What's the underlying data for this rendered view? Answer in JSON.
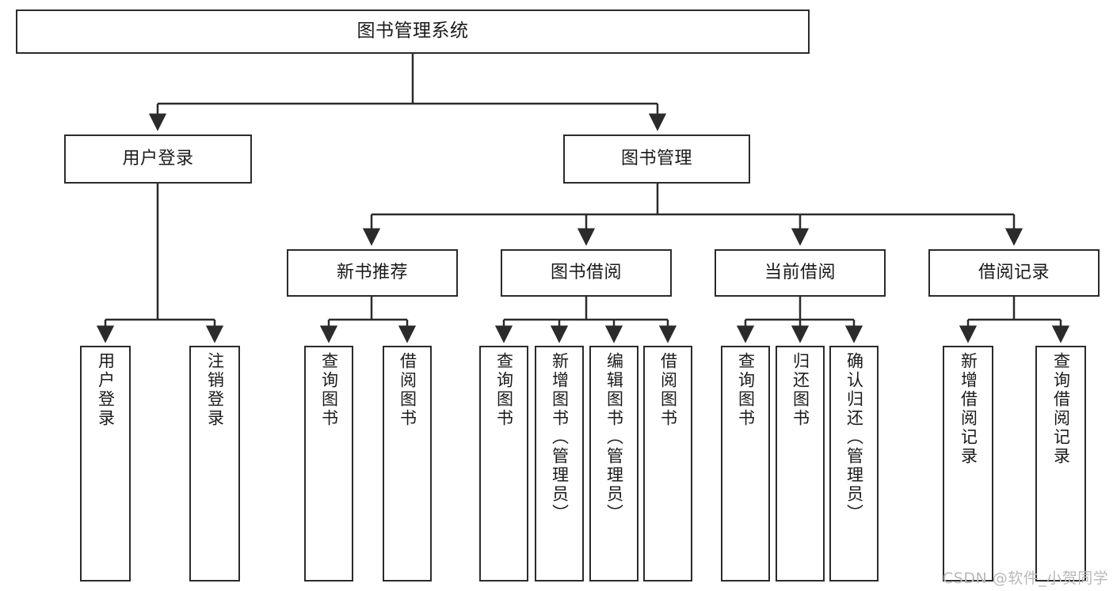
{
  "diagram": {
    "title_node": {
      "label": "图书管理系统"
    },
    "level1": [
      {
        "id": "user-login",
        "label": "用户登录"
      },
      {
        "id": "book-manage",
        "label": "图书管理"
      }
    ],
    "level2": [
      {
        "id": "new-book-recommend",
        "label": "新书推荐"
      },
      {
        "id": "book-borrow",
        "label": "图书借阅"
      },
      {
        "id": "current-borrow",
        "label": "当前借阅"
      },
      {
        "id": "borrow-record",
        "label": "借阅记录"
      }
    ],
    "leaves": {
      "user-login": [
        {
          "id": "leaf-user-login",
          "label": "用户登录"
        },
        {
          "id": "leaf-logout",
          "label": "注销登录"
        }
      ],
      "new-book-recommend": [
        {
          "id": "leaf-query-book-1",
          "label": "查询图书"
        },
        {
          "id": "leaf-borrow-book-1",
          "label": "借阅图书"
        }
      ],
      "book-borrow": [
        {
          "id": "leaf-query-book-2",
          "label": "查询图书"
        },
        {
          "id": "leaf-add-book",
          "label": "新增图书（管理员）"
        },
        {
          "id": "leaf-edit-book",
          "label": "编辑图书（管理员）"
        },
        {
          "id": "leaf-borrow-book-2",
          "label": "借阅图书"
        }
      ],
      "current-borrow": [
        {
          "id": "leaf-query-book-3",
          "label": "查询图书"
        },
        {
          "id": "leaf-return-book",
          "label": "归还图书"
        },
        {
          "id": "leaf-confirm-return",
          "label": "确认归还（管理员）"
        }
      ],
      "borrow-record": [
        {
          "id": "leaf-add-record",
          "label": "新增借阅记录"
        },
        {
          "id": "leaf-query-record",
          "label": "查询借阅记录"
        }
      ]
    }
  },
  "watermark": {
    "text": "CSDN @软件_小贺同学"
  },
  "colors": {
    "stroke": "#2b2b2b",
    "box_fill": "#ffffff",
    "text": "#1a1a1a",
    "watermark": "#b9b9b9",
    "background": "#ffffff"
  }
}
